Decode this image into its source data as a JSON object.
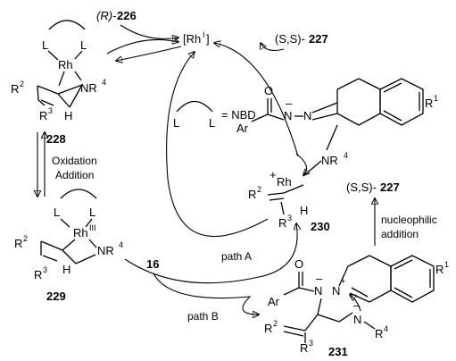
{
  "labels": {
    "rh_i": "[Rh",
    "rh_i_sup": "I",
    "rh_i_close": "]",
    "r226_prefix": "(R)-",
    "r226_num": "226",
    "ss227_prefix": "(S,S)-",
    "ss227_num": "227",
    "ss227b_prefix": "(S,S)-",
    "ss227b_num": "227",
    "nbd_eq": "= NBD",
    "nbd_l1": "L",
    "nbd_l2": "L",
    "ox_add_1": "Oxidation",
    "ox_add_2": "Addition",
    "nucleophilic_1": "nucleophilic",
    "nucleophilic_2": "addition",
    "path_a": "path A",
    "path_b": "path B",
    "num_228": "228",
    "num_229": "229",
    "num_230": "230",
    "num_231": "231",
    "num_16": "16"
  },
  "atoms": {
    "L": "L",
    "Rh": "Rh",
    "Rh_III": "III",
    "N": "N",
    "NR4": "NR",
    "R": "R",
    "sup1": "1",
    "sup2": "2",
    "sup3": "3",
    "sup4": "4",
    "H": "H",
    "O": "O",
    "Ar": "Ar",
    "plus": "+",
    "minus": "–"
  }
}
